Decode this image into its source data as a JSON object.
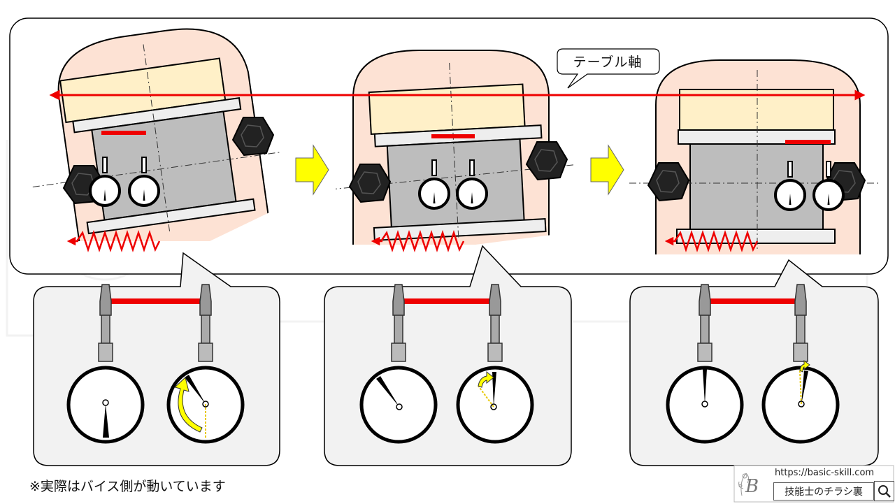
{
  "axis_label": "テーブル軸",
  "note": "※実際はバイス側が動いています",
  "footer": {
    "url": "https://basic-skill.com",
    "site_name": "技能士のチラシ裏",
    "logo_letter": "B",
    "search_icon": "magnifier-icon"
  },
  "colors": {
    "red": "#ee0000",
    "arrow": "#ffff00",
    "base": "#fde2d4",
    "jaw": "#fff0c8",
    "block": "#bdbdbd",
    "panel": "#f2f2f2"
  }
}
